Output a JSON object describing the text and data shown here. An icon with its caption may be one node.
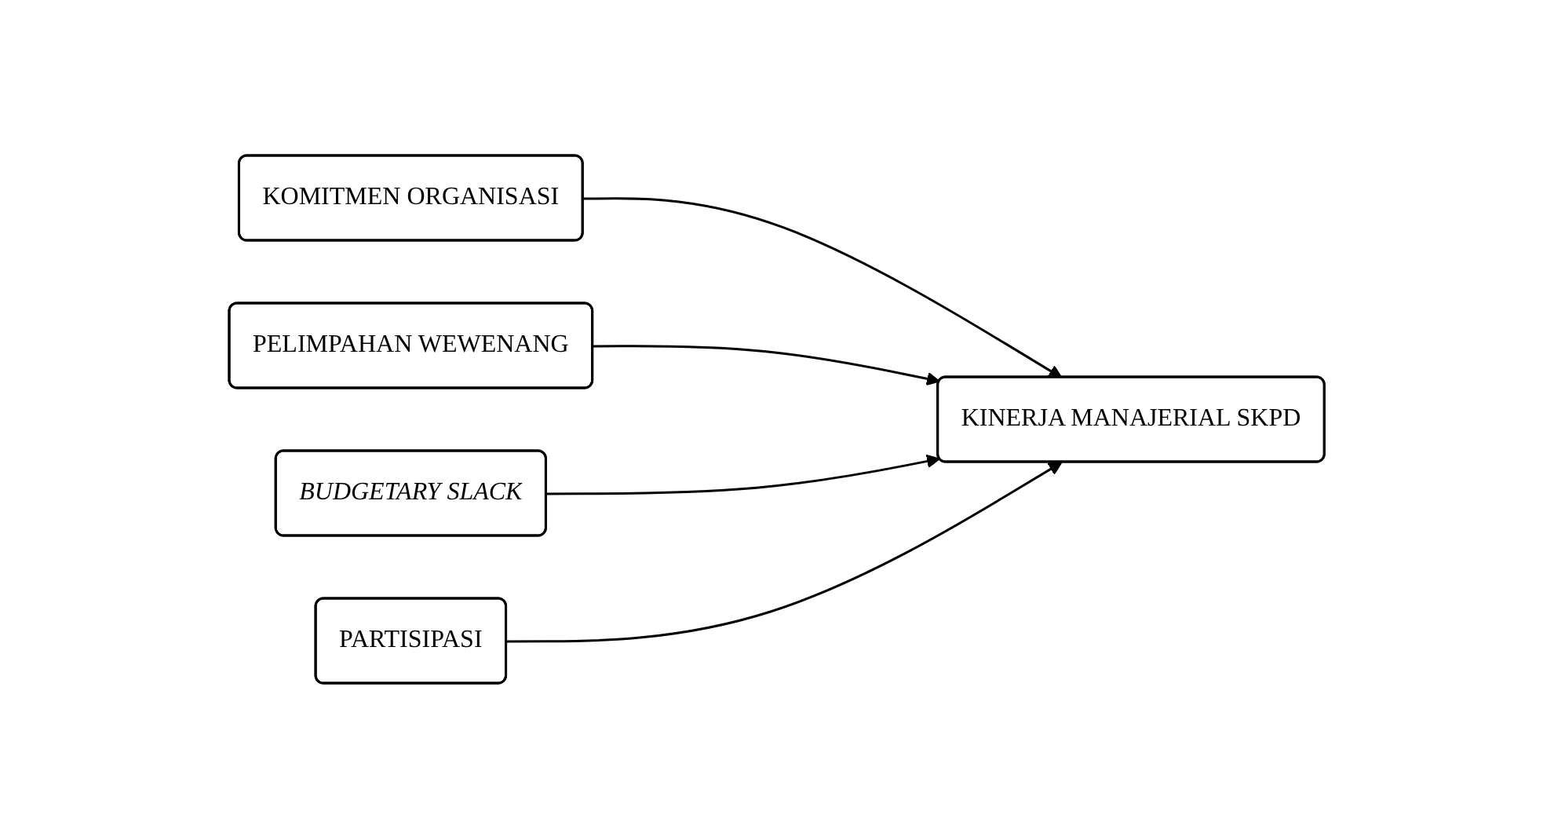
{
  "diagram": {
    "nodes": [
      {
        "text": [
          "KOMITMEN ORGANISASI"
        ]
      },
      {
        "text": [
          "PELIMPAHAN WEWENANG"
        ]
      },
      {
        "text": [
          "BUDGETARY SLACK"
        ]
      },
      {
        "text": [
          "PARTISIPASI"
        ]
      },
      {
        "text": [
          "KINERJA MANAJERIAL SKPD"
        ]
      }
    ],
    "edges": [
      {
        "from": 0,
        "to": 4,
        "arrow": "to"
      },
      {
        "from": 1,
        "to": 4,
        "arrow": "to"
      },
      {
        "from": 2,
        "to": 4,
        "arrow": "to"
      },
      {
        "from": 3,
        "to": 4,
        "arrow": "to"
      }
    ]
  }
}
